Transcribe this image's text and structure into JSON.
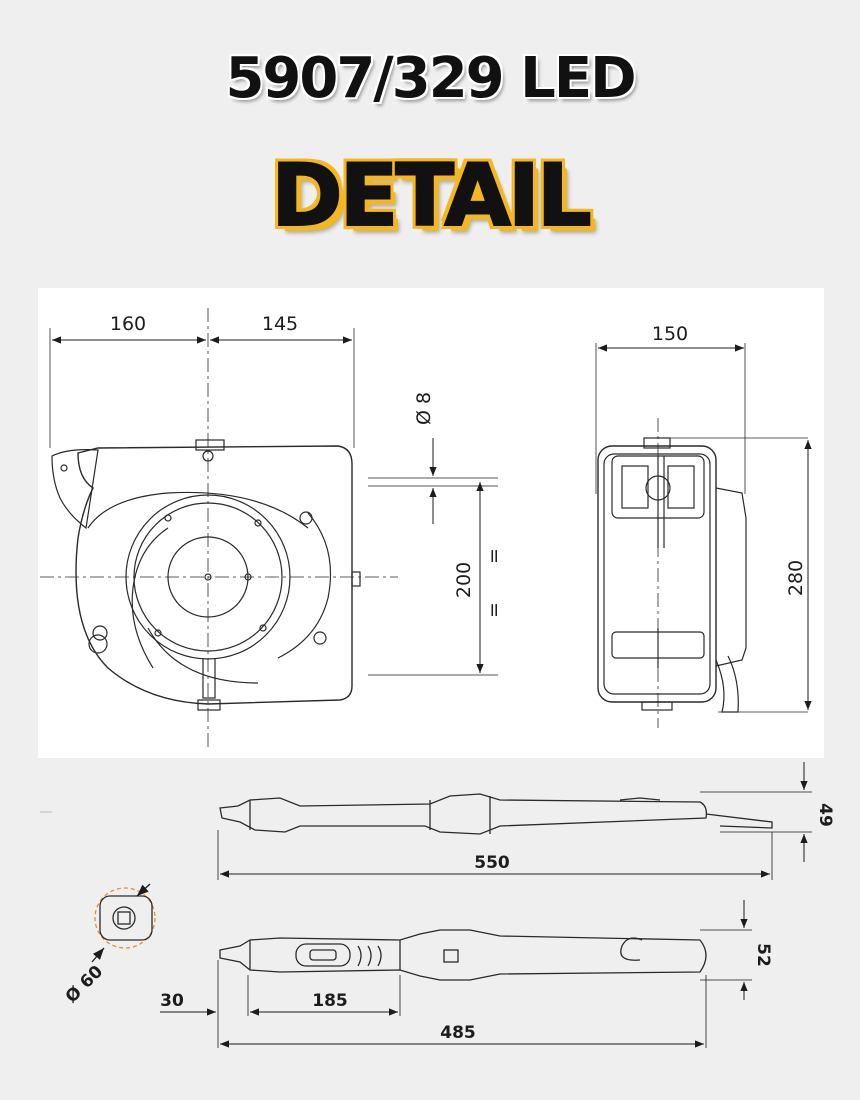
{
  "header": {
    "model": "5907/329 LED",
    "section": "DETAIL"
  },
  "colors": {
    "background": "#efefef",
    "accent_yellow": "#f5b71f",
    "line": "#1c1c1c",
    "highlight_orange": "#f08a24"
  },
  "front_view": {
    "dim_left": "160",
    "dim_right": "145",
    "dim_mount_hole": "Ø 8",
    "dim_mount_spacing": "200",
    "equal_mark": "="
  },
  "side_view": {
    "dim_depth": "150",
    "dim_height": "280"
  },
  "lamp_side": {
    "dim_length": "550",
    "dim_height": "49"
  },
  "lamp_top": {
    "dim_offset": "30",
    "dim_grip": "185",
    "dim_length": "485",
    "dim_width": "52",
    "dim_diameter": "Ø 60"
  }
}
